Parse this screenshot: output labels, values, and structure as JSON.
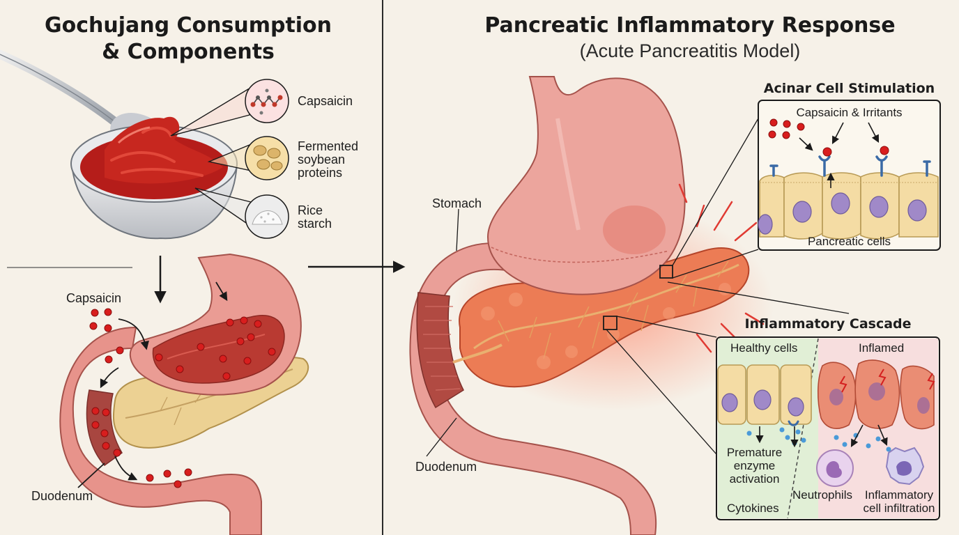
{
  "left_panel": {
    "title_line1": "Gochujang Consumption",
    "title_line2": "& Components",
    "components": [
      {
        "label": "Capsaicin"
      },
      {
        "label": "Fermented soybean proteins",
        "lines": [
          "Fermented",
          "soybean",
          "proteins"
        ]
      },
      {
        "label": "Rice starch",
        "lines": [
          "Rice",
          "starch"
        ]
      }
    ],
    "capsaicin_label": "Capsaicin",
    "duodenum_label": "Duodenum"
  },
  "right_panel": {
    "title": "Pancreatic Inflammatory Response",
    "subtitle": "(Acute Pancreatitis Model)",
    "stomach_label": "Stomach",
    "duodenum_label": "Duodenum",
    "acinar": {
      "title": "Acinar Cell Stimulation",
      "irritants_label": "Capsaicin & Irritants",
      "cells_label": "Pancreatic cells"
    },
    "cascade": {
      "title": "Inflammatory Cascade",
      "healthy_label": "Healthy cells",
      "inflamed_label": "Inflamed",
      "enzyme_lines": [
        "Premature",
        "enzyme",
        "activation"
      ],
      "cytokines_label": "Cytokines",
      "neutrophils_label": "Neutrophils",
      "infiltration_lines": [
        "Inflammatory",
        "cell infiltration"
      ]
    }
  },
  "colors": {
    "background": "#f6f1e8",
    "gochujang_red": "#b51d1a",
    "tissue_pink": "#e89a92",
    "pancreas_orange": "#e9714f",
    "pancreas_yellow": "#edd39a",
    "healthy_bg": "#e1efd6",
    "inflamed_bg": "#f7dede",
    "cell_nucleus": "#9d88c4"
  }
}
